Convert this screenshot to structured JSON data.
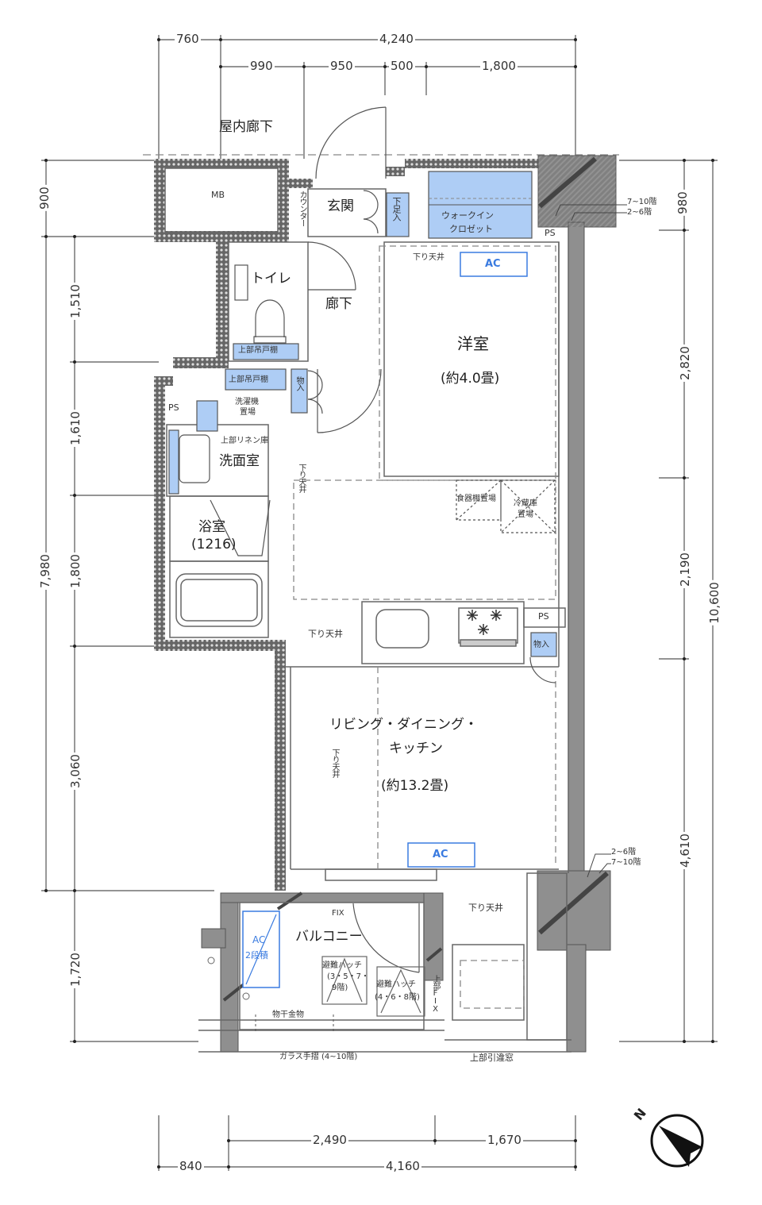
{
  "dimensions": {
    "top_outer": [
      {
        "label": "760"
      },
      {
        "label": "4,240"
      }
    ],
    "top_inner": [
      {
        "label": "990"
      },
      {
        "label": "950"
      },
      {
        "label": "500"
      },
      {
        "label": "1,800"
      }
    ],
    "bottom_inner": [
      {
        "label": "2,490"
      },
      {
        "label": "1,670"
      }
    ],
    "bottom_outer": [
      {
        "label": "840"
      },
      {
        "label": "4,160"
      }
    ],
    "left_outer": [
      {
        "label": "900"
      },
      {
        "label": "7,980"
      }
    ],
    "left_inner": [
      {
        "label": "1,510"
      },
      {
        "label": "1,610"
      },
      {
        "label": "1,800"
      },
      {
        "label": "3,060"
      },
      {
        "label": "1,720"
      }
    ],
    "right_inner": [
      {
        "label": "980"
      },
      {
        "label": "2,820"
      },
      {
        "label": "2,190"
      },
      {
        "label": "4,610"
      }
    ],
    "right_outer": [
      {
        "label": "10,600"
      }
    ]
  },
  "rooms": {
    "corridor_outside": "屋内廊下",
    "mb": "MB",
    "counter": "カウンター",
    "entrance": "玄関",
    "shoe_storage": "下足入",
    "walk_in_closet_line1": "ウォークイン",
    "walk_in_closet_line2": "クロゼット",
    "ps_top": "PS",
    "toilet": "トイレ",
    "hallway": "廊下",
    "upper_cabinet_toilet": "上部吊戸棚",
    "upper_cabinet_wash": "上部吊戸棚",
    "laundry_line1": "洗濯機",
    "laundry_line2": "置場",
    "storage_hall": "物入",
    "ps_left": "PS",
    "linen": "上部リネン庫",
    "washroom": "洗面室",
    "bathroom": "浴室",
    "bathroom_size": "(1216)",
    "western_room": "洋室",
    "western_room_size": "(約4.0畳)",
    "dish_rack": "食器棚置場",
    "fridge_line1": "冷蔵庫",
    "fridge_line2": "置場",
    "lowered_ceiling": "下り天井",
    "ps_kitchen": "PS",
    "storage_kitchen": "物入",
    "ldk_line1": "リビング・ダイニング・",
    "ldk_line2": "キッチン",
    "ldk_size": "(約13.2畳)",
    "ac": "AC",
    "balcony": "バルコニー",
    "fix": "FIX",
    "ac_balcony_line1": "AC",
    "ac_balcony_line2": "2段積",
    "hatch1_line1": "避難ハッチ",
    "hatch1_line2": "(3・5・7・",
    "hatch1_line3": "9階)",
    "hatch2_line1": "避難ハッチ",
    "hatch2_line2": "(4・6・8階)",
    "upper_fix": "上部FIX",
    "clothes_rack": "物干金物",
    "glass_railing": "ガラス手摺 (4~10階)",
    "upper_sliding_window": "上部引違窓",
    "floors_a": "7~10階",
    "floors_b": "2~6階",
    "floors_c": "2~6階",
    "floors_d": "7~10階"
  },
  "compass": {
    "label": "N",
    "icon": "north-arrow-icon"
  },
  "colors": {
    "wall_hatch": "#555555",
    "column": "#8c8c8c",
    "storage_fill": "#aecdf5",
    "ac_blue": "#3a7be0"
  }
}
